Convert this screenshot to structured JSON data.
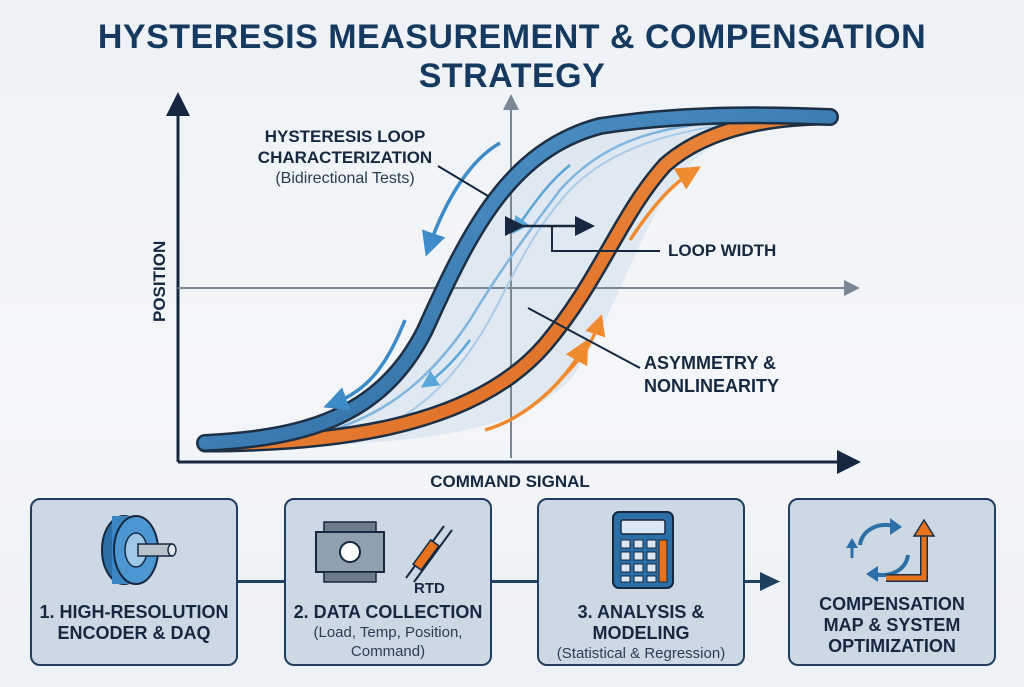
{
  "title": "HYSTERESIS MEASUREMENT & COMPENSATION STRATEGY",
  "axes": {
    "y_label": "POSITION",
    "x_label": "COMMAND SIGNAL"
  },
  "annotations": {
    "loop_title_line1": "HYSTERESIS LOOP",
    "loop_title_line2": "CHARACTERIZATION",
    "loop_subtitle": "(Bidirectional Tests)",
    "loop_width": "LOOP WIDTH",
    "asym_line1": "ASYMMETRY &",
    "asym_line2": "NONLINEARITY"
  },
  "steps": [
    {
      "line1": "1. HIGH-RESOLUTION",
      "line2": "ENCODER & DAQ",
      "icon": "encoder-icon"
    },
    {
      "line1": "2. DATA COLLECTION",
      "sub1": "(Load, Temp, Position,",
      "sub2": "Command)",
      "icon_label": "RTD",
      "icon": "load-cell-icon"
    },
    {
      "line1": "3. ANALYSIS &",
      "line2": "MODELING",
      "sub1": "(Statistical & Regression)",
      "icon": "calculator-icon"
    },
    {
      "line1": "COMPENSATION",
      "line2": "MAP & SYSTEM",
      "line3": "OPTIMIZATION",
      "icon": "cycle-arrows-icon"
    }
  ],
  "colors": {
    "blue_curve": "#2f6fa6",
    "orange_curve": "#e8731f",
    "axis": "#16283f",
    "box_fill": "#ccd9e5",
    "box_border": "#1f3f60"
  }
}
